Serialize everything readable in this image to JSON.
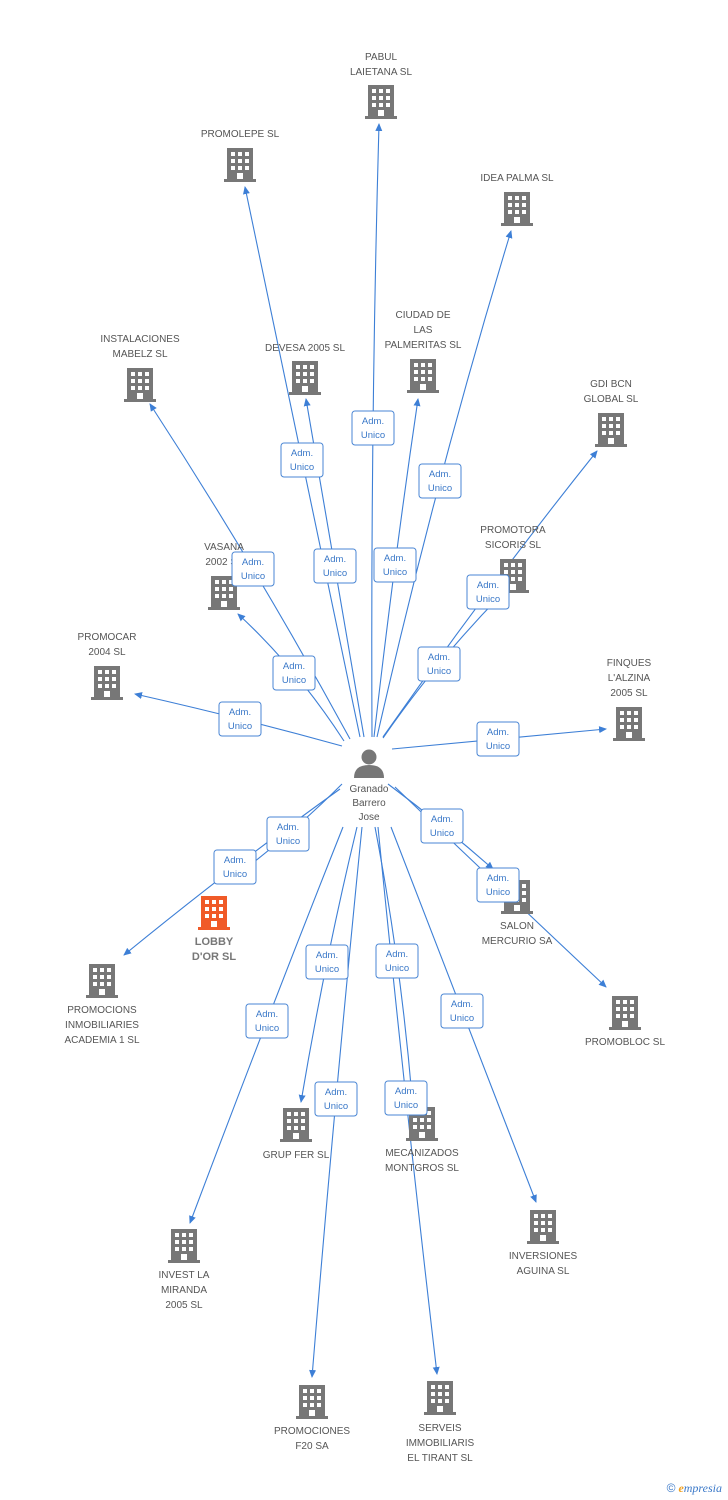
{
  "colors": {
    "edge": "#3d7fd6",
    "node": "#777777",
    "highlight": "#f05a28",
    "badge_text": "#3a78c8"
  },
  "center": {
    "label": [
      "Granado",
      "Barrero",
      "Jose"
    ],
    "icon": "person-icon"
  },
  "role": [
    "Adm.",
    "Unico"
  ],
  "companies": [
    {
      "id": "pabul",
      "label": [
        "PABUL",
        "LAIETANA SL"
      ],
      "highlight": false
    },
    {
      "id": "promolepe",
      "label": [
        "PROMOLEPE SL"
      ],
      "highlight": false
    },
    {
      "id": "idea-palma",
      "label": [
        "IDEA PALMA SL"
      ],
      "highlight": false
    },
    {
      "id": "instalaciones",
      "label": [
        "INSTALACIONES",
        "MABELZ SL"
      ],
      "highlight": false
    },
    {
      "id": "devesa",
      "label": [
        "DEVESA 2005 SL"
      ],
      "highlight": false
    },
    {
      "id": "ciudad",
      "label": [
        "CIUDAD DE",
        "LAS",
        "PALMERITAS SL"
      ],
      "highlight": false
    },
    {
      "id": "gdi-bcn",
      "label": [
        "GDI BCN",
        "GLOBAL SL"
      ],
      "highlight": false
    },
    {
      "id": "vasana",
      "label": [
        "VASANA",
        "2002 SL"
      ],
      "highlight": false
    },
    {
      "id": "promotora",
      "label": [
        "PROMOTORA",
        "SICORIS SL"
      ],
      "highlight": false
    },
    {
      "id": "promocar",
      "label": [
        "PROMOCAR",
        "2004 SL"
      ],
      "highlight": false
    },
    {
      "id": "finques",
      "label": [
        "FINQUES",
        "L'ALZINA",
        "2005 SL"
      ],
      "highlight": false
    },
    {
      "id": "lobby",
      "label": [
        "LOBBY",
        "D'OR SL"
      ],
      "highlight": true
    },
    {
      "id": "salon",
      "label": [
        "SALON",
        "MERCURIO SA"
      ],
      "highlight": false
    },
    {
      "id": "academia",
      "label": [
        "PROMOCIONS",
        "INMOBILIARIES",
        "ACADEMIA 1 SL"
      ],
      "highlight": false
    },
    {
      "id": "promobloc",
      "label": [
        "PROMOBLOC SL"
      ],
      "highlight": false
    },
    {
      "id": "grup-fer",
      "label": [
        "GRUP FER SL"
      ],
      "highlight": false
    },
    {
      "id": "mecanizados",
      "label": [
        "MECANIZADOS",
        "MONTGROS SL"
      ],
      "highlight": false
    },
    {
      "id": "invest",
      "label": [
        "INVEST LA",
        "MIRANDA",
        "2005 SL"
      ],
      "highlight": false
    },
    {
      "id": "inversiones",
      "label": [
        "INVERSIONES",
        "AGUINA SL"
      ],
      "highlight": false
    },
    {
      "id": "promociones-f20",
      "label": [
        "PROMOCIONES",
        "F20 SA"
      ],
      "highlight": false
    },
    {
      "id": "serveis",
      "label": [
        "SERVEIS",
        "IMMOBILIARIS",
        "EL TIRANT SL"
      ],
      "highlight": false
    }
  ],
  "footer": {
    "copyright": "©",
    "brand_initial": "e",
    "brand_rest": "mpresia"
  }
}
